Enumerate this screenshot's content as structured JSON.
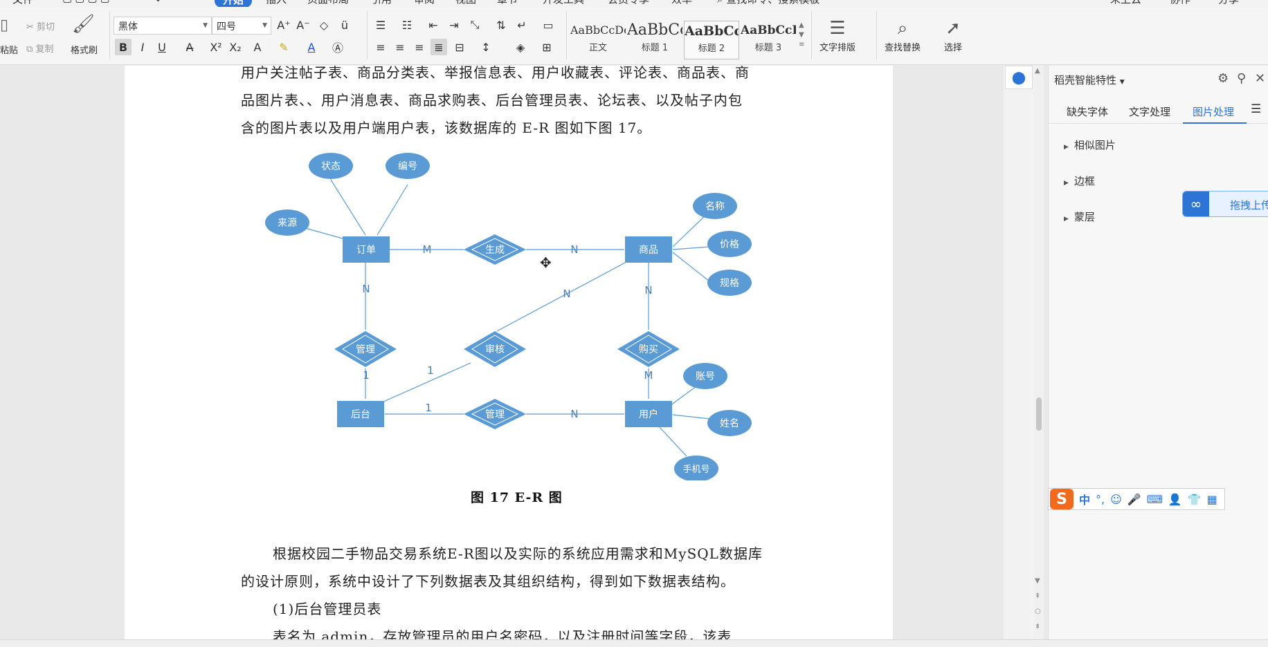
{
  "menu": {
    "items": [
      "文件",
      "开始",
      "插入",
      "页面布局",
      "引用",
      "审阅",
      "视图",
      "章节",
      "开发工具",
      "会员专享",
      "效率"
    ],
    "search_placeholder": "查找命令、搜索模板",
    "right": [
      "未上云",
      "协作",
      "分享"
    ]
  },
  "ribbon": {
    "paste": "粘贴",
    "cut": "剪切",
    "copy": "复制",
    "format_painter": "格式刷",
    "font_name": "黑体",
    "font_size": "四号",
    "styles": [
      {
        "preview": "AaBbCcDc",
        "label": "正文"
      },
      {
        "preview": "AaBbCc",
        "label": "标题 1"
      },
      {
        "preview": "AaBbCcI",
        "label": "标题 2"
      },
      {
        "preview": "AaBbCcDc",
        "label": "标题 3"
      }
    ],
    "text_layout": "文字排版",
    "find_replace": "查找替换",
    "select": "选择"
  },
  "document": {
    "lines_top": [
      "用户关注帖子表、商品分类表、举报信息表、用户收藏表、评论表、商品表、商",
      "品图片表、、用户消息表、商品求购表、后台管理员表、论坛表、以及帖子内包",
      "含的图片表以及用户端用户表，该数据库的 E-R 图如下图 17。"
    ],
    "caption": "图 17 E-R 图",
    "lines_bottom": [
      "根据校园二手物品交易系统E-R图以及实际的系统应用需求和MySQL数据库",
      "的设计原则，系统中设计了下列数据表及其组织结构，得到如下数据表结构。",
      "(1)后台管理员表",
      "表名为 admin，存放管理员的用户名密码，以及注册时间等字段，该表"
    ]
  },
  "er_diagram": {
    "entities": [
      "订单",
      "商品",
      "后台",
      "用户"
    ],
    "relations": [
      "生成",
      "管理",
      "审核",
      "购买",
      "管理"
    ],
    "attributes": [
      "状态",
      "编号",
      "来源",
      "名称",
      "价格",
      "规格",
      "账号",
      "姓名",
      "手机号"
    ],
    "cardinalities": [
      "M",
      "N",
      "N",
      "N",
      "N",
      "1",
      "1",
      "M",
      "1",
      "N"
    ]
  },
  "panel": {
    "header": "稻壳智能特性",
    "tabs": [
      "缺失字体",
      "文字处理",
      "图片处理"
    ],
    "active_tab": "图片处理",
    "items": [
      "相似图片",
      "边框",
      "蒙层"
    ],
    "upload_label": "拖拽上传"
  },
  "ime": {
    "lang": "中",
    "punct": "°,"
  },
  "colors": {
    "accent": "#2c74d6",
    "er_fill": "#5b9bd5",
    "er_line": "#5b9bd5"
  }
}
